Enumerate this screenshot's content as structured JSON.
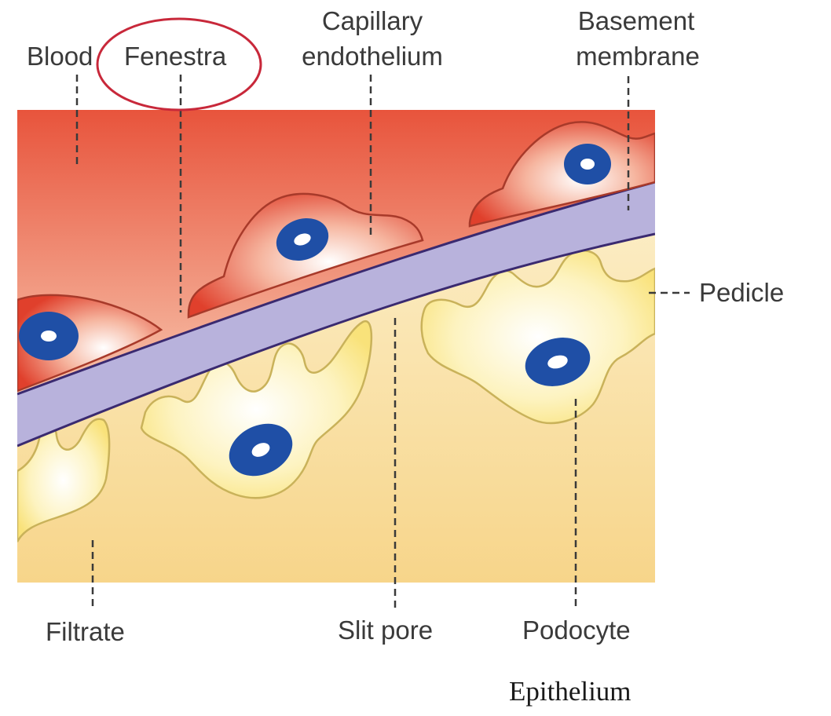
{
  "labels": {
    "blood": "Blood",
    "fenestra": "Fenestra",
    "capillary_endothelium_line1": "Capillary",
    "capillary_endothelium_line2": "endothelium",
    "basement_membrane_line1": "Basement",
    "basement_membrane_line2": "membrane",
    "pedicle": "Pedicle",
    "filtrate": "Filtrate",
    "slit_pore": "Slit pore",
    "podocyte": "Podocyte",
    "epithelium": "Epithelium"
  },
  "colors": {
    "blood_top": "#e8543c",
    "blood_bottom": "#f6b59c",
    "filtrate_top": "#fbeec0",
    "filtrate_bottom": "#f7d58a",
    "basement_membrane": "#b8b2dc",
    "membrane_outline": "#3a2a70",
    "nucleus": "#1f4fa6",
    "highlight_circle": "#c8283a"
  },
  "highlight": {
    "target": "fenestra"
  }
}
